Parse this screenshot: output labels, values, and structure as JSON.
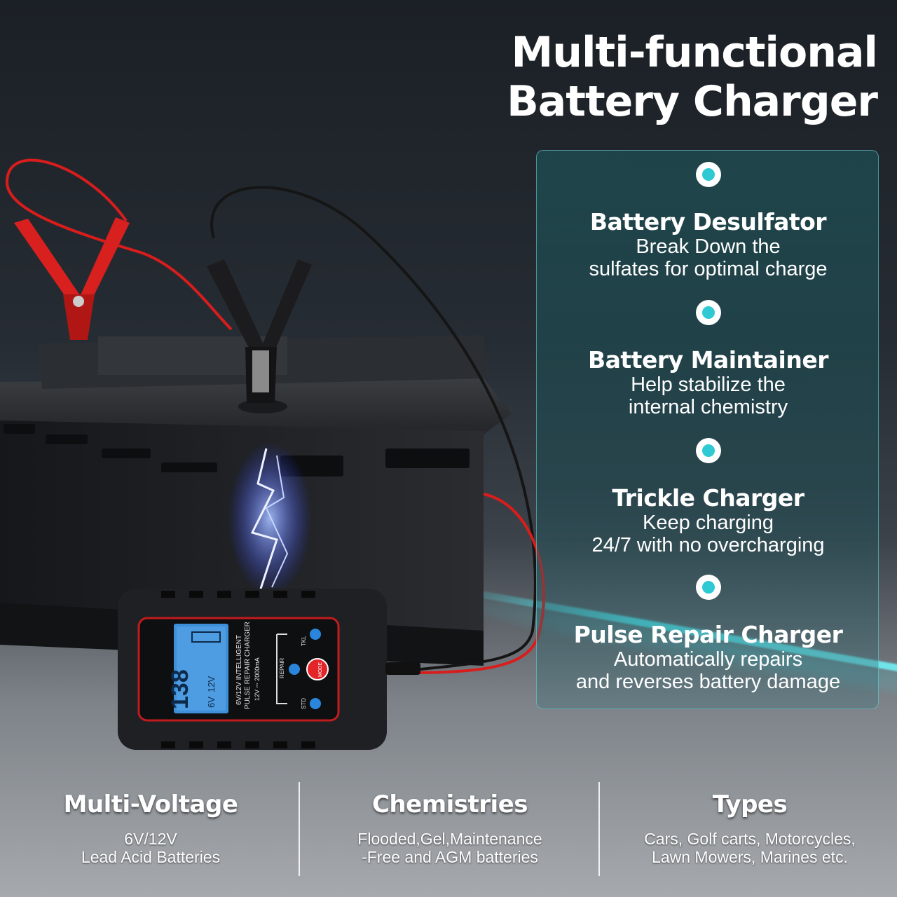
{
  "headline": {
    "line1": "Multi-functional",
    "line2": "Battery Charger"
  },
  "features": [
    {
      "title": "Battery Desulfator",
      "desc_line1": "Break Down the",
      "desc_line2": "sulfates for optimal charge"
    },
    {
      "title": "Battery Maintainer",
      "desc_line1": "Help stabilize the",
      "desc_line2": "internal chemistry"
    },
    {
      "title": "Trickle Charger",
      "desc_line1": "Keep charging",
      "desc_line2": "24/7 with no overcharging"
    },
    {
      "title": "Pulse Repair Charger",
      "desc_line1": "Automatically repairs",
      "desc_line2": "and reverses battery damage"
    }
  ],
  "specs": [
    {
      "title": "Multi-Voltage",
      "line1": "6V/12V",
      "line2": "Lead Acid Batteries"
    },
    {
      "title": "Chemistries",
      "line1": "Flooded,Gel,Maintenance",
      "line2": "-Free and AGM batteries"
    },
    {
      "title": "Types",
      "line1": "Cars, Golf carts, Motorcycles,",
      "line2": "Lawn Mowers, Marines etc."
    }
  ],
  "device": {
    "label_line1": "6V/12V INTELLIGENT",
    "label_line2": "PULSE REPAIR CHARGER",
    "rating": "12V ⎓ 2000mA",
    "display_value": "138",
    "mode_button": "MODE",
    "indicator_tkl": "TKL",
    "indicator_repair": "REPAIR",
    "indicator_std": "STD",
    "volt_6": "6V",
    "volt_12": "12V"
  },
  "colors": {
    "accent_teal": "#2ec9d3",
    "clamp_red": "#d8201e",
    "mode_red": "#e3252a",
    "indicator_blue": "#2a86dc",
    "lcd_blue": "#3d8fd8"
  }
}
